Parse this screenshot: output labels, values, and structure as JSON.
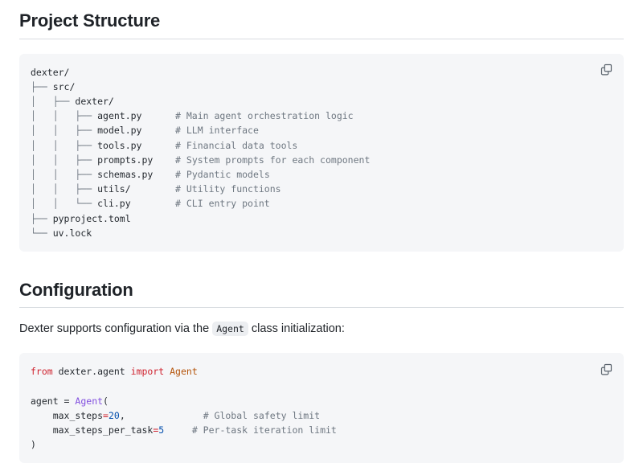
{
  "sections": {
    "project_structure": {
      "heading": "Project Structure",
      "copy_icon": "copy-icon",
      "tree": {
        "lines": [
          {
            "tree": "dexter/",
            "comment": ""
          },
          {
            "tree": "├── src/",
            "comment": ""
          },
          {
            "tree": "│   ├── dexter/",
            "comment": ""
          },
          {
            "tree": "│   │   ├── agent.py",
            "comment": "# Main agent orchestration logic"
          },
          {
            "tree": "│   │   ├── model.py",
            "comment": "# LLM interface"
          },
          {
            "tree": "│   │   ├── tools.py",
            "comment": "# Financial data tools"
          },
          {
            "tree": "│   │   ├── prompts.py",
            "comment": "# System prompts for each component"
          },
          {
            "tree": "│   │   ├── schemas.py",
            "comment": "# Pydantic models"
          },
          {
            "tree": "│   │   ├── utils/",
            "comment": "# Utility functions"
          },
          {
            "tree": "│   │   └── cli.py",
            "comment": "# CLI entry point"
          },
          {
            "tree": "├── pyproject.toml",
            "comment": ""
          },
          {
            "tree": "└── uv.lock",
            "comment": ""
          }
        ]
      }
    },
    "configuration": {
      "heading": "Configuration",
      "paragraph_before": "Dexter supports configuration via the",
      "inline_code": "Agent",
      "paragraph_after": "class initialization:",
      "copy_icon": "copy-icon",
      "code": {
        "language": "python",
        "lines": [
          [
            {
              "t": "from",
              "c": "kw"
            },
            {
              "t": " dexter.agent ",
              "c": "plain"
            },
            {
              "t": "import",
              "c": "kw"
            },
            {
              "t": " ",
              "c": "plain"
            },
            {
              "t": "Agent",
              "c": "cls"
            }
          ],
          [],
          [
            {
              "t": "agent ",
              "c": "plain"
            },
            {
              "t": "=",
              "c": "plain"
            },
            {
              "t": " ",
              "c": "plain"
            },
            {
              "t": "Agent",
              "c": "fn"
            },
            {
              "t": "(",
              "c": "plain"
            }
          ],
          [
            {
              "t": "    max_steps",
              "c": "plain"
            },
            {
              "t": "=",
              "c": "op"
            },
            {
              "t": "20",
              "c": "num"
            },
            {
              "t": ",",
              "c": "plain"
            },
            {
              "t": "              ",
              "c": "plain"
            },
            {
              "t": "# Global safety limit",
              "c": "cmt"
            }
          ],
          [
            {
              "t": "    max_steps_per_task",
              "c": "plain"
            },
            {
              "t": "=",
              "c": "op"
            },
            {
              "t": "5",
              "c": "num"
            },
            {
              "t": "     ",
              "c": "plain"
            },
            {
              "t": "# Per-task iteration limit",
              "c": "cmt"
            }
          ],
          [
            {
              "t": ")",
              "c": "plain"
            }
          ]
        ]
      }
    }
  },
  "colors": {
    "code_block_bg": "#f5f6f8",
    "text": "#1f2328",
    "keyword": "#cf222e",
    "class_name": "#b45309",
    "function": "#8250df",
    "number": "#0550ae",
    "comment": "#6e7781",
    "rule": "#d8dce1",
    "inline_code_bg": "#eceef1"
  }
}
